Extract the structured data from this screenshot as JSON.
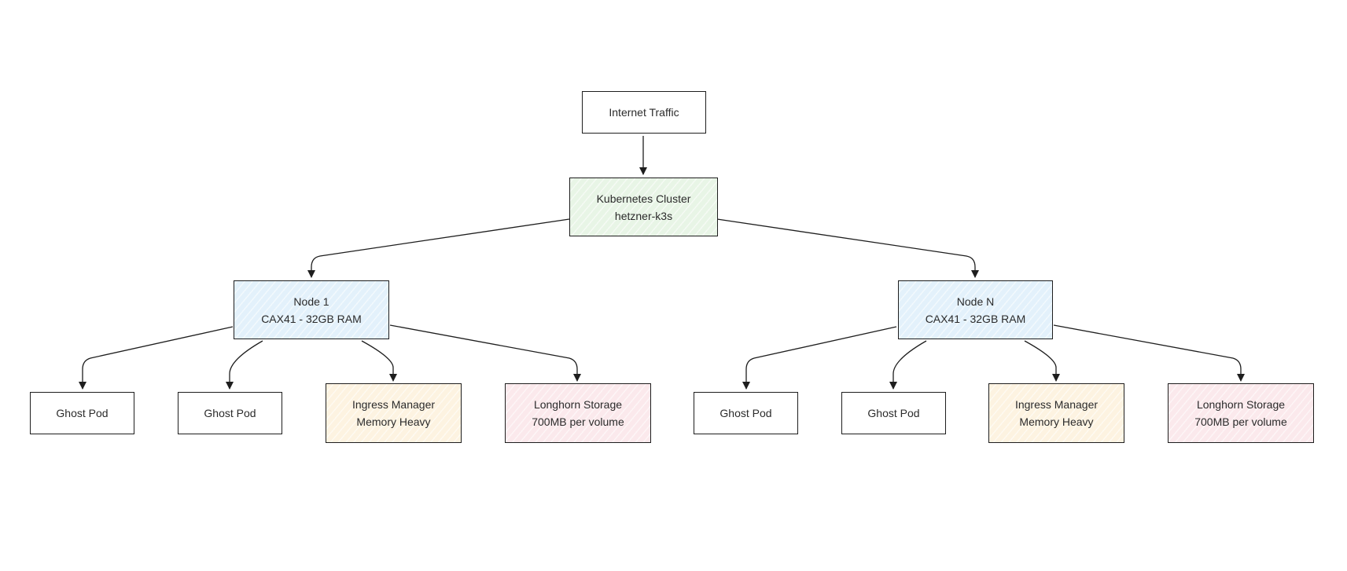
{
  "colors": {
    "stroke": "#1e1e1e",
    "text": "#2b2b2b",
    "plain": "#ffffff",
    "cluster": "#e8f5e6",
    "node": "#e3f1fb",
    "ingress": "#fdf3e1",
    "storage": "#fbe9ec"
  },
  "internet": {
    "line1": "Internet Traffic"
  },
  "cluster": {
    "line1": "Kubernetes Cluster",
    "line2": "hetzner-k3s"
  },
  "nodes": [
    {
      "line1": "Node 1",
      "line2": "CAX41 - 32GB RAM",
      "children": [
        {
          "line1": "Ghost Pod",
          "kind": "plain"
        },
        {
          "line1": "Ghost Pod",
          "kind": "plain"
        },
        {
          "line1": "Ingress Manager",
          "line2": "Memory Heavy",
          "kind": "ingress"
        },
        {
          "line1": "Longhorn Storage",
          "line2": "700MB per volume",
          "kind": "storage"
        }
      ]
    },
    {
      "line1": "Node N",
      "line2": "CAX41 - 32GB RAM",
      "children": [
        {
          "line1": "Ghost Pod",
          "kind": "plain"
        },
        {
          "line1": "Ghost Pod",
          "kind": "plain"
        },
        {
          "line1": "Ingress Manager",
          "line2": "Memory Heavy",
          "kind": "ingress"
        },
        {
          "line1": "Longhorn Storage",
          "line2": "700MB per volume",
          "kind": "storage"
        }
      ]
    }
  ]
}
